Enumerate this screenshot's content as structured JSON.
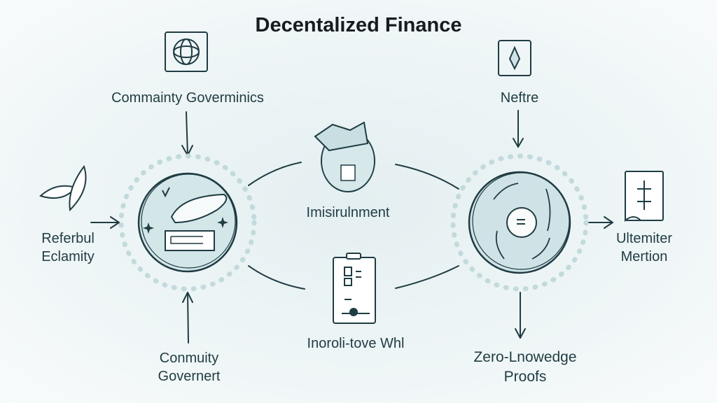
{
  "title": "Decentalized Finance",
  "nodes": {
    "top_left": "Commainty Goverminics",
    "top_right": "Neftre",
    "left": [
      "Referbul",
      "Eclamity"
    ],
    "center_top": "Imisirulnment",
    "center_bottom": "Inoroli-tove Whl",
    "bottom_left": [
      "Conmuity",
      "Governert"
    ],
    "right": [
      "Ultemiter",
      "Mertion"
    ],
    "bottom_right": [
      "Zero-Lnowedge",
      "Proofs"
    ]
  },
  "colors": {
    "ink": "#1f3c43",
    "fill": "#cfe3e6",
    "dots": "#c3dadd"
  }
}
